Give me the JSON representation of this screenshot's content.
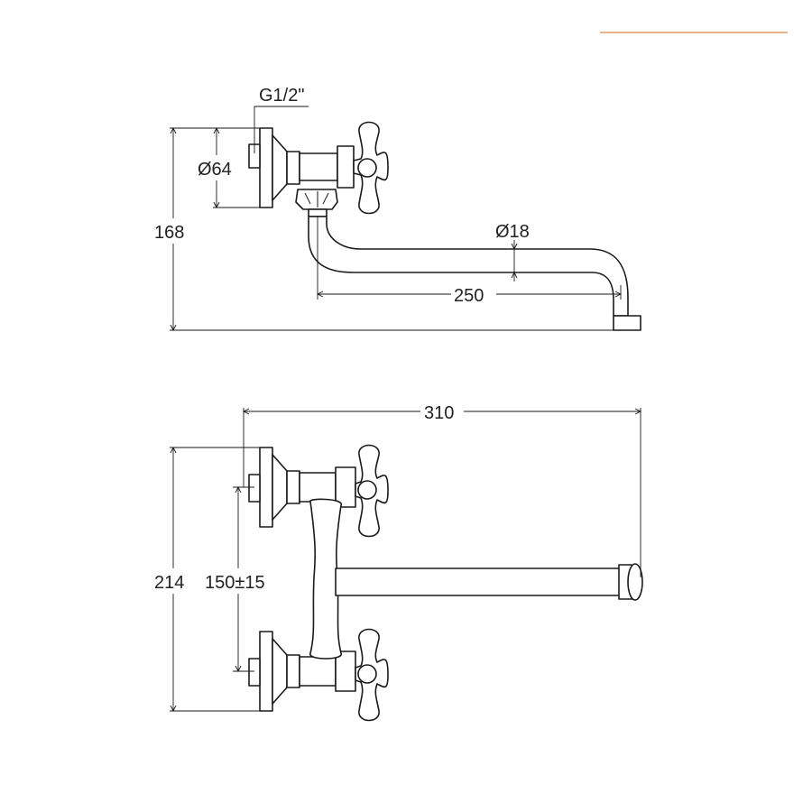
{
  "accent_color": "#f0b48a",
  "line_color": "#1a1a1a",
  "side_view": {
    "thread_label": "G1/2\"",
    "flange_diameter_label": "Ø64",
    "height_label": "168",
    "spout_diameter_label": "Ø18",
    "spout_reach_label": "250"
  },
  "top_view": {
    "width_label": "310",
    "height_label": "214",
    "center_distance_label": "150±15"
  }
}
